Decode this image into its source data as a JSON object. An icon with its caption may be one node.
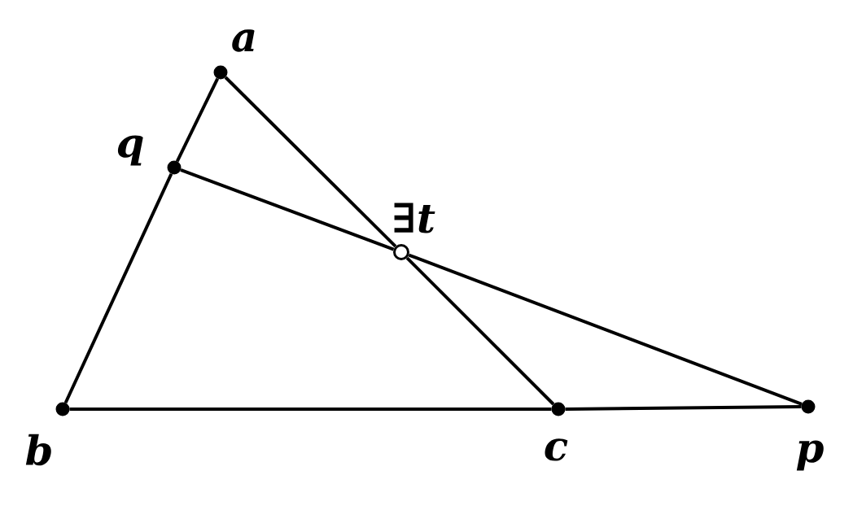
{
  "diagram": {
    "nodes": [
      {
        "text": [
          "a"
        ]
      },
      {
        "text": [
          "q"
        ]
      },
      {
        "text": [
          "∃t"
        ]
      },
      {
        "text": [
          "b"
        ]
      },
      {
        "text": [
          "c"
        ]
      },
      {
        "text": [
          "p"
        ]
      }
    ],
    "edges": [
      {
        "from": 0,
        "to": 1,
        "arrow": "none"
      },
      {
        "from": 1,
        "to": 3,
        "arrow": "none"
      },
      {
        "from": 3,
        "to": 4,
        "arrow": "none"
      },
      {
        "from": 4,
        "to": 5,
        "arrow": "none"
      },
      {
        "from": 0,
        "to": 2,
        "arrow": "none"
      },
      {
        "from": 2,
        "to": 4,
        "arrow": "none"
      },
      {
        "from": 1,
        "to": 2,
        "arrow": "none"
      },
      {
        "from": 2,
        "to": 5,
        "arrow": "none"
      }
    ]
  }
}
